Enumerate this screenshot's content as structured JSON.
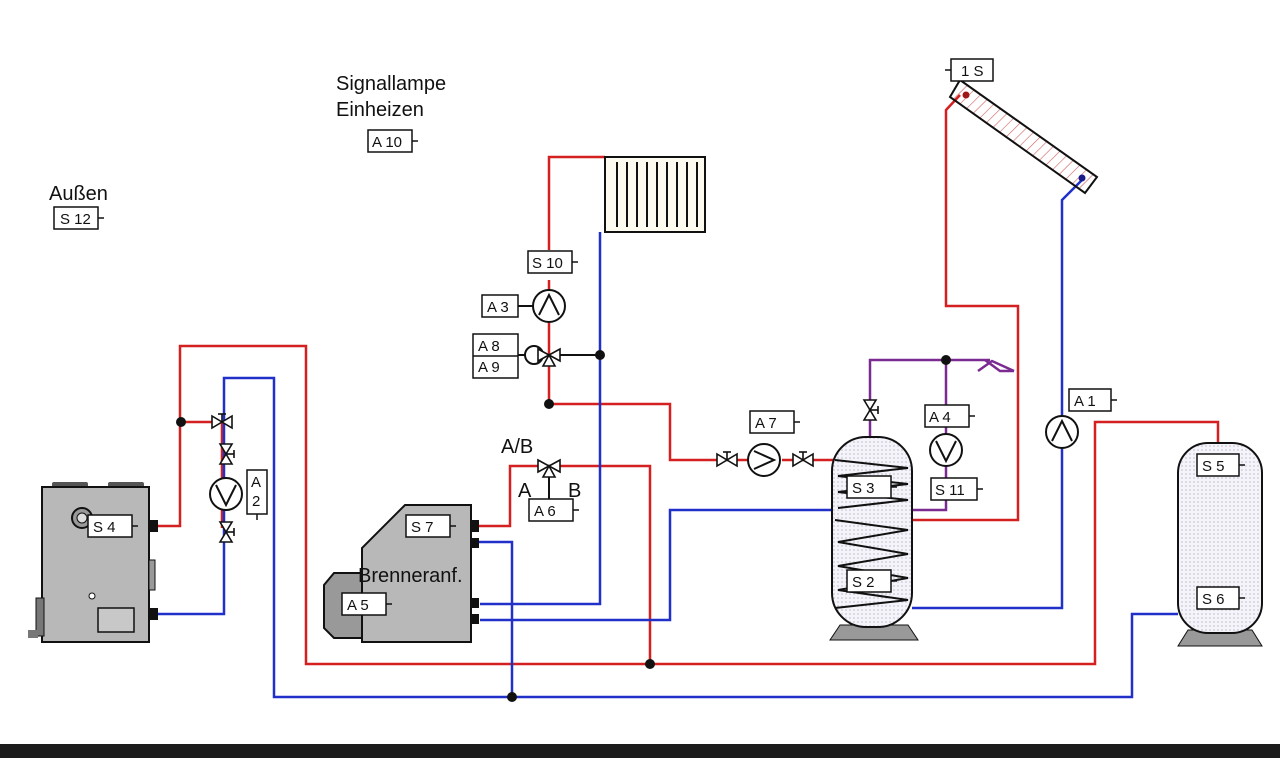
{
  "colors": {
    "supply": "#d42020",
    "return": "#2030c8",
    "solar": "#7a2a90",
    "device_gray": "#b8b8b8",
    "outline": "#111111",
    "collector_hatch": "#d06060",
    "bar": "#1c1c1c"
  },
  "labels": {
    "aussen": "Außen",
    "signal_line1": "Signallampe",
    "signal_line2": "Einheizen",
    "brenner": "Brenneranf.",
    "ab": "A/B",
    "a_port": "A",
    "b_port": "B"
  },
  "tags": {
    "s12": "S 12",
    "a10": "A 10",
    "s1": "1 S",
    "s10": "S 10",
    "a3": "A 3",
    "a8": "A 8",
    "a9": "A 9",
    "a6": "A 6",
    "a7": "A 7",
    "a4": "A 4",
    "s11": "S 11",
    "s3": "S 3",
    "s2": "S 2",
    "a1": "A 1",
    "s5": "S 5",
    "s6": "S 6",
    "s4": "S 4",
    "a2_top": "A",
    "a2_bottom": "2",
    "s7": "S 7",
    "a5": "A 5"
  }
}
